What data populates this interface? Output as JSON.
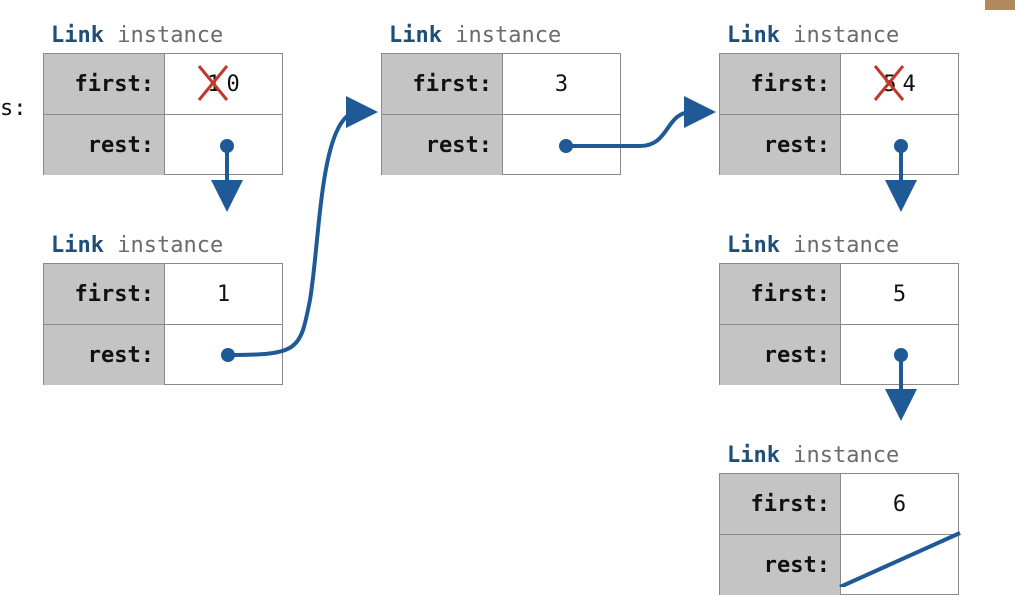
{
  "variable_label": "s:",
  "link_keyword": "Link",
  "instance_word": "instance",
  "first_label": "first:",
  "rest_label": "rest:",
  "nodes": [
    {
      "id": "n1",
      "first": "0",
      "crossed_first": "1"
    },
    {
      "id": "n2",
      "first": "1"
    },
    {
      "id": "n3",
      "first": "3"
    },
    {
      "id": "n4",
      "first": "4",
      "crossed_first": "5"
    },
    {
      "id": "n5",
      "first": "5"
    },
    {
      "id": "n6",
      "first": "6"
    }
  ],
  "colors": {
    "arrow": "#1f5a96",
    "cross": "#c0392b",
    "label_bg": "#c4c4c4"
  },
  "caption": "…"
}
